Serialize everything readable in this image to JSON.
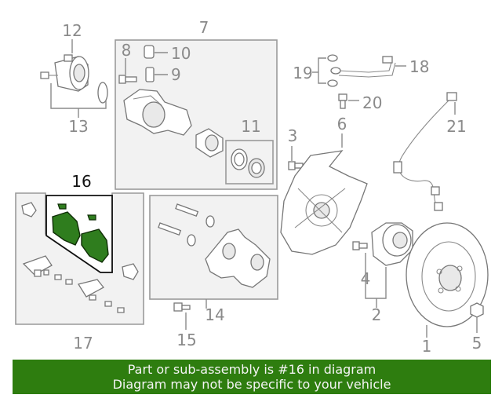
{
  "callouts": {
    "c1": "1",
    "c2": "2",
    "c4": "4",
    "c5": "5",
    "c6": "6",
    "c7": "7",
    "c8": "8",
    "c9": "9",
    "c10": "10",
    "c11": "11",
    "c12": "12",
    "c13": "13",
    "c14": "14",
    "c15": "15",
    "c16": "16",
    "c17": "17",
    "c18": "18",
    "c19": "19",
    "c20": "20",
    "c21": "21",
    "c3": "3"
  },
  "banner": {
    "line1": "Part or sub-assembly is #16 in diagram",
    "line2": "Diagram may not be specific to your vehicle"
  },
  "colors": {
    "highlight_part": "#2f7d1e",
    "banner_bg": "#2e7d0f",
    "callout_gray": "#8a8a8a"
  }
}
